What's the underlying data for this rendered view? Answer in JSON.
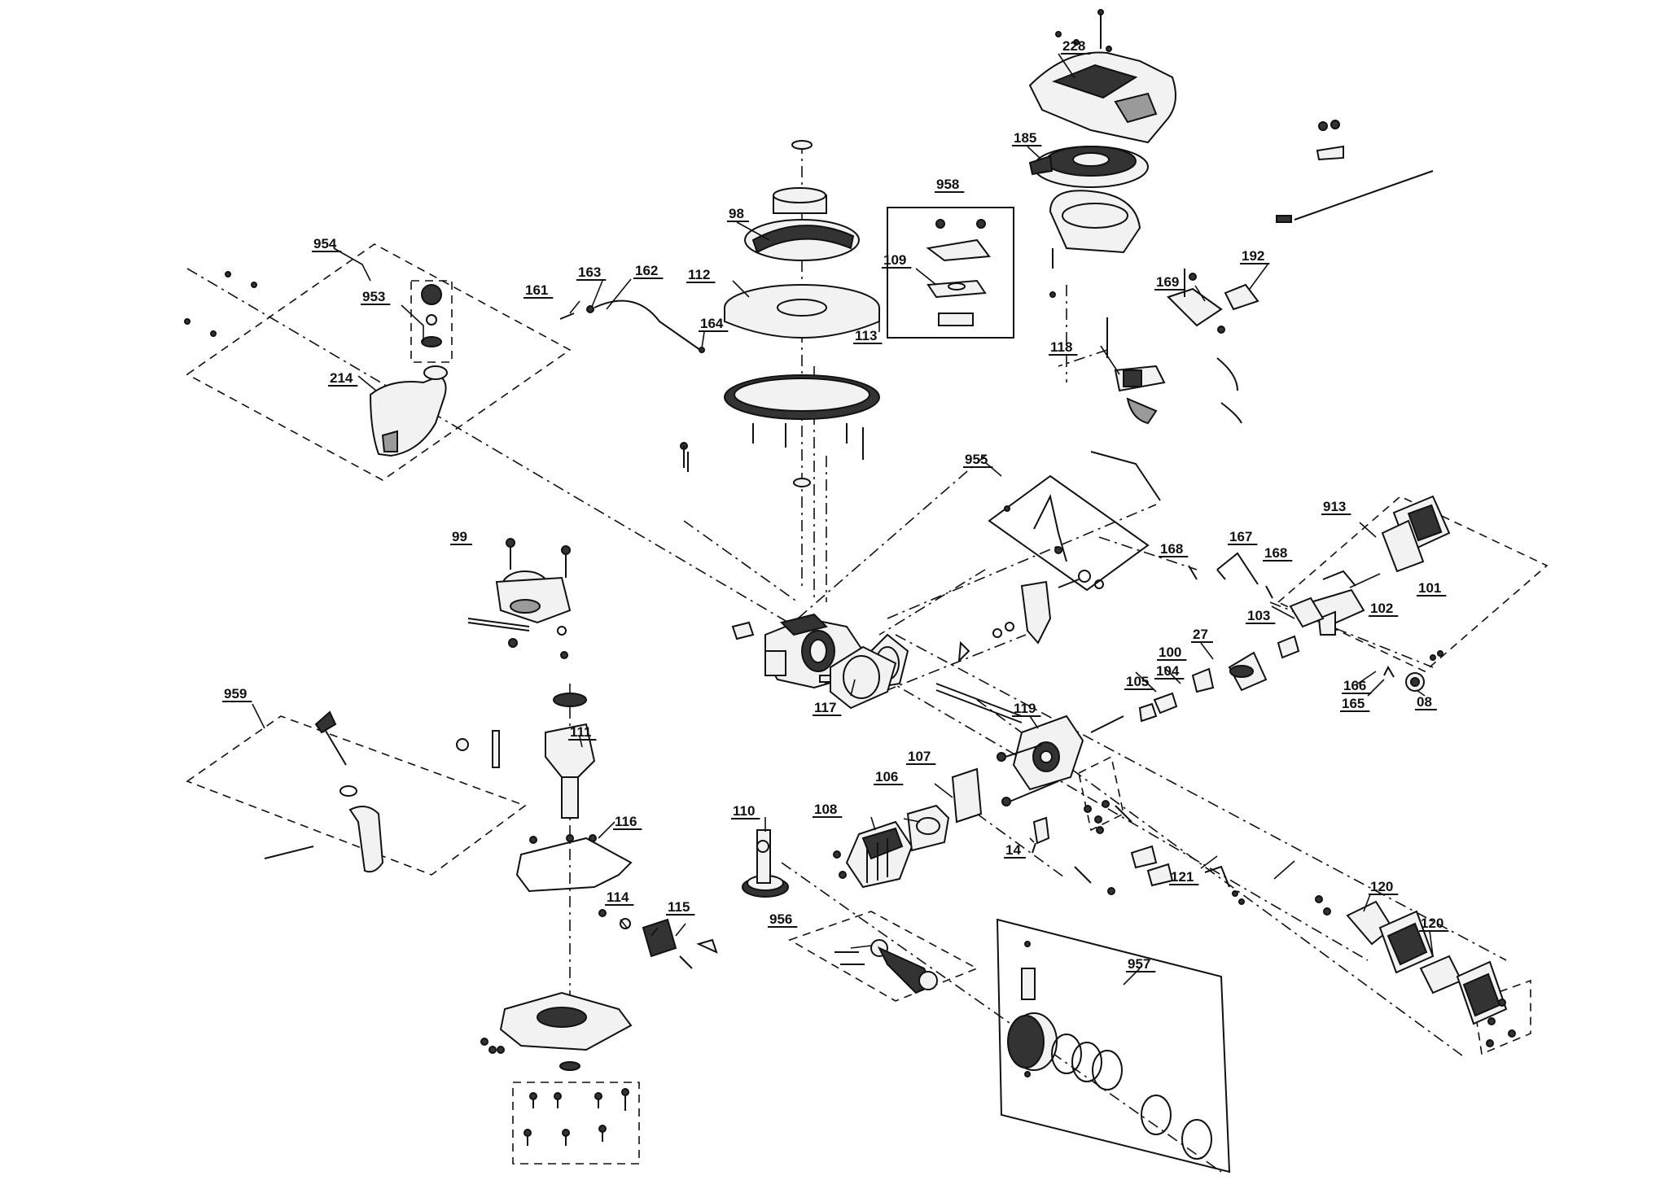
{
  "diagram": {
    "labels": [
      {
        "id": "228",
        "text": "228"
      },
      {
        "id": "185",
        "text": "185"
      },
      {
        "id": "958",
        "text": "958"
      },
      {
        "id": "98",
        "text": "98"
      },
      {
        "id": "109",
        "text": "109"
      },
      {
        "id": "954",
        "text": "954"
      },
      {
        "id": "161",
        "text": "161"
      },
      {
        "id": "163",
        "text": "163"
      },
      {
        "id": "162",
        "text": "162"
      },
      {
        "id": "953",
        "text": "953"
      },
      {
        "id": "112",
        "text": "112"
      },
      {
        "id": "164",
        "text": "164"
      },
      {
        "id": "113",
        "text": "113"
      },
      {
        "id": "192",
        "text": "192"
      },
      {
        "id": "169",
        "text": "169"
      },
      {
        "id": "118",
        "text": "118"
      },
      {
        "id": "214",
        "text": "214"
      },
      {
        "id": "955",
        "text": "955"
      },
      {
        "id": "913",
        "text": "913"
      },
      {
        "id": "99",
        "text": "99"
      },
      {
        "id": "168a",
        "text": "168"
      },
      {
        "id": "167",
        "text": "167"
      },
      {
        "id": "168b",
        "text": "168"
      },
      {
        "id": "101",
        "text": "101"
      },
      {
        "id": "102",
        "text": "102"
      },
      {
        "id": "103",
        "text": "103"
      },
      {
        "id": "27",
        "text": "27"
      },
      {
        "id": "100",
        "text": "100"
      },
      {
        "id": "105",
        "text": "105"
      },
      {
        "id": "104",
        "text": "104"
      },
      {
        "id": "166",
        "text": "166"
      },
      {
        "id": "165",
        "text": "165"
      },
      {
        "id": "08",
        "text": "08"
      },
      {
        "id": "117",
        "text": "117"
      },
      {
        "id": "119",
        "text": "119"
      },
      {
        "id": "959",
        "text": "959"
      },
      {
        "id": "111",
        "text": "111"
      },
      {
        "id": "107",
        "text": "107"
      },
      {
        "id": "106",
        "text": "106"
      },
      {
        "id": "108",
        "text": "108"
      },
      {
        "id": "110",
        "text": "110"
      },
      {
        "id": "116",
        "text": "116"
      },
      {
        "id": "14",
        "text": "14"
      },
      {
        "id": "121",
        "text": "121"
      },
      {
        "id": "114",
        "text": "114"
      },
      {
        "id": "115",
        "text": "115"
      },
      {
        "id": "956",
        "text": "956"
      },
      {
        "id": "120a",
        "text": "120"
      },
      {
        "id": "120b",
        "text": "120"
      },
      {
        "id": "957",
        "text": "957"
      }
    ]
  }
}
